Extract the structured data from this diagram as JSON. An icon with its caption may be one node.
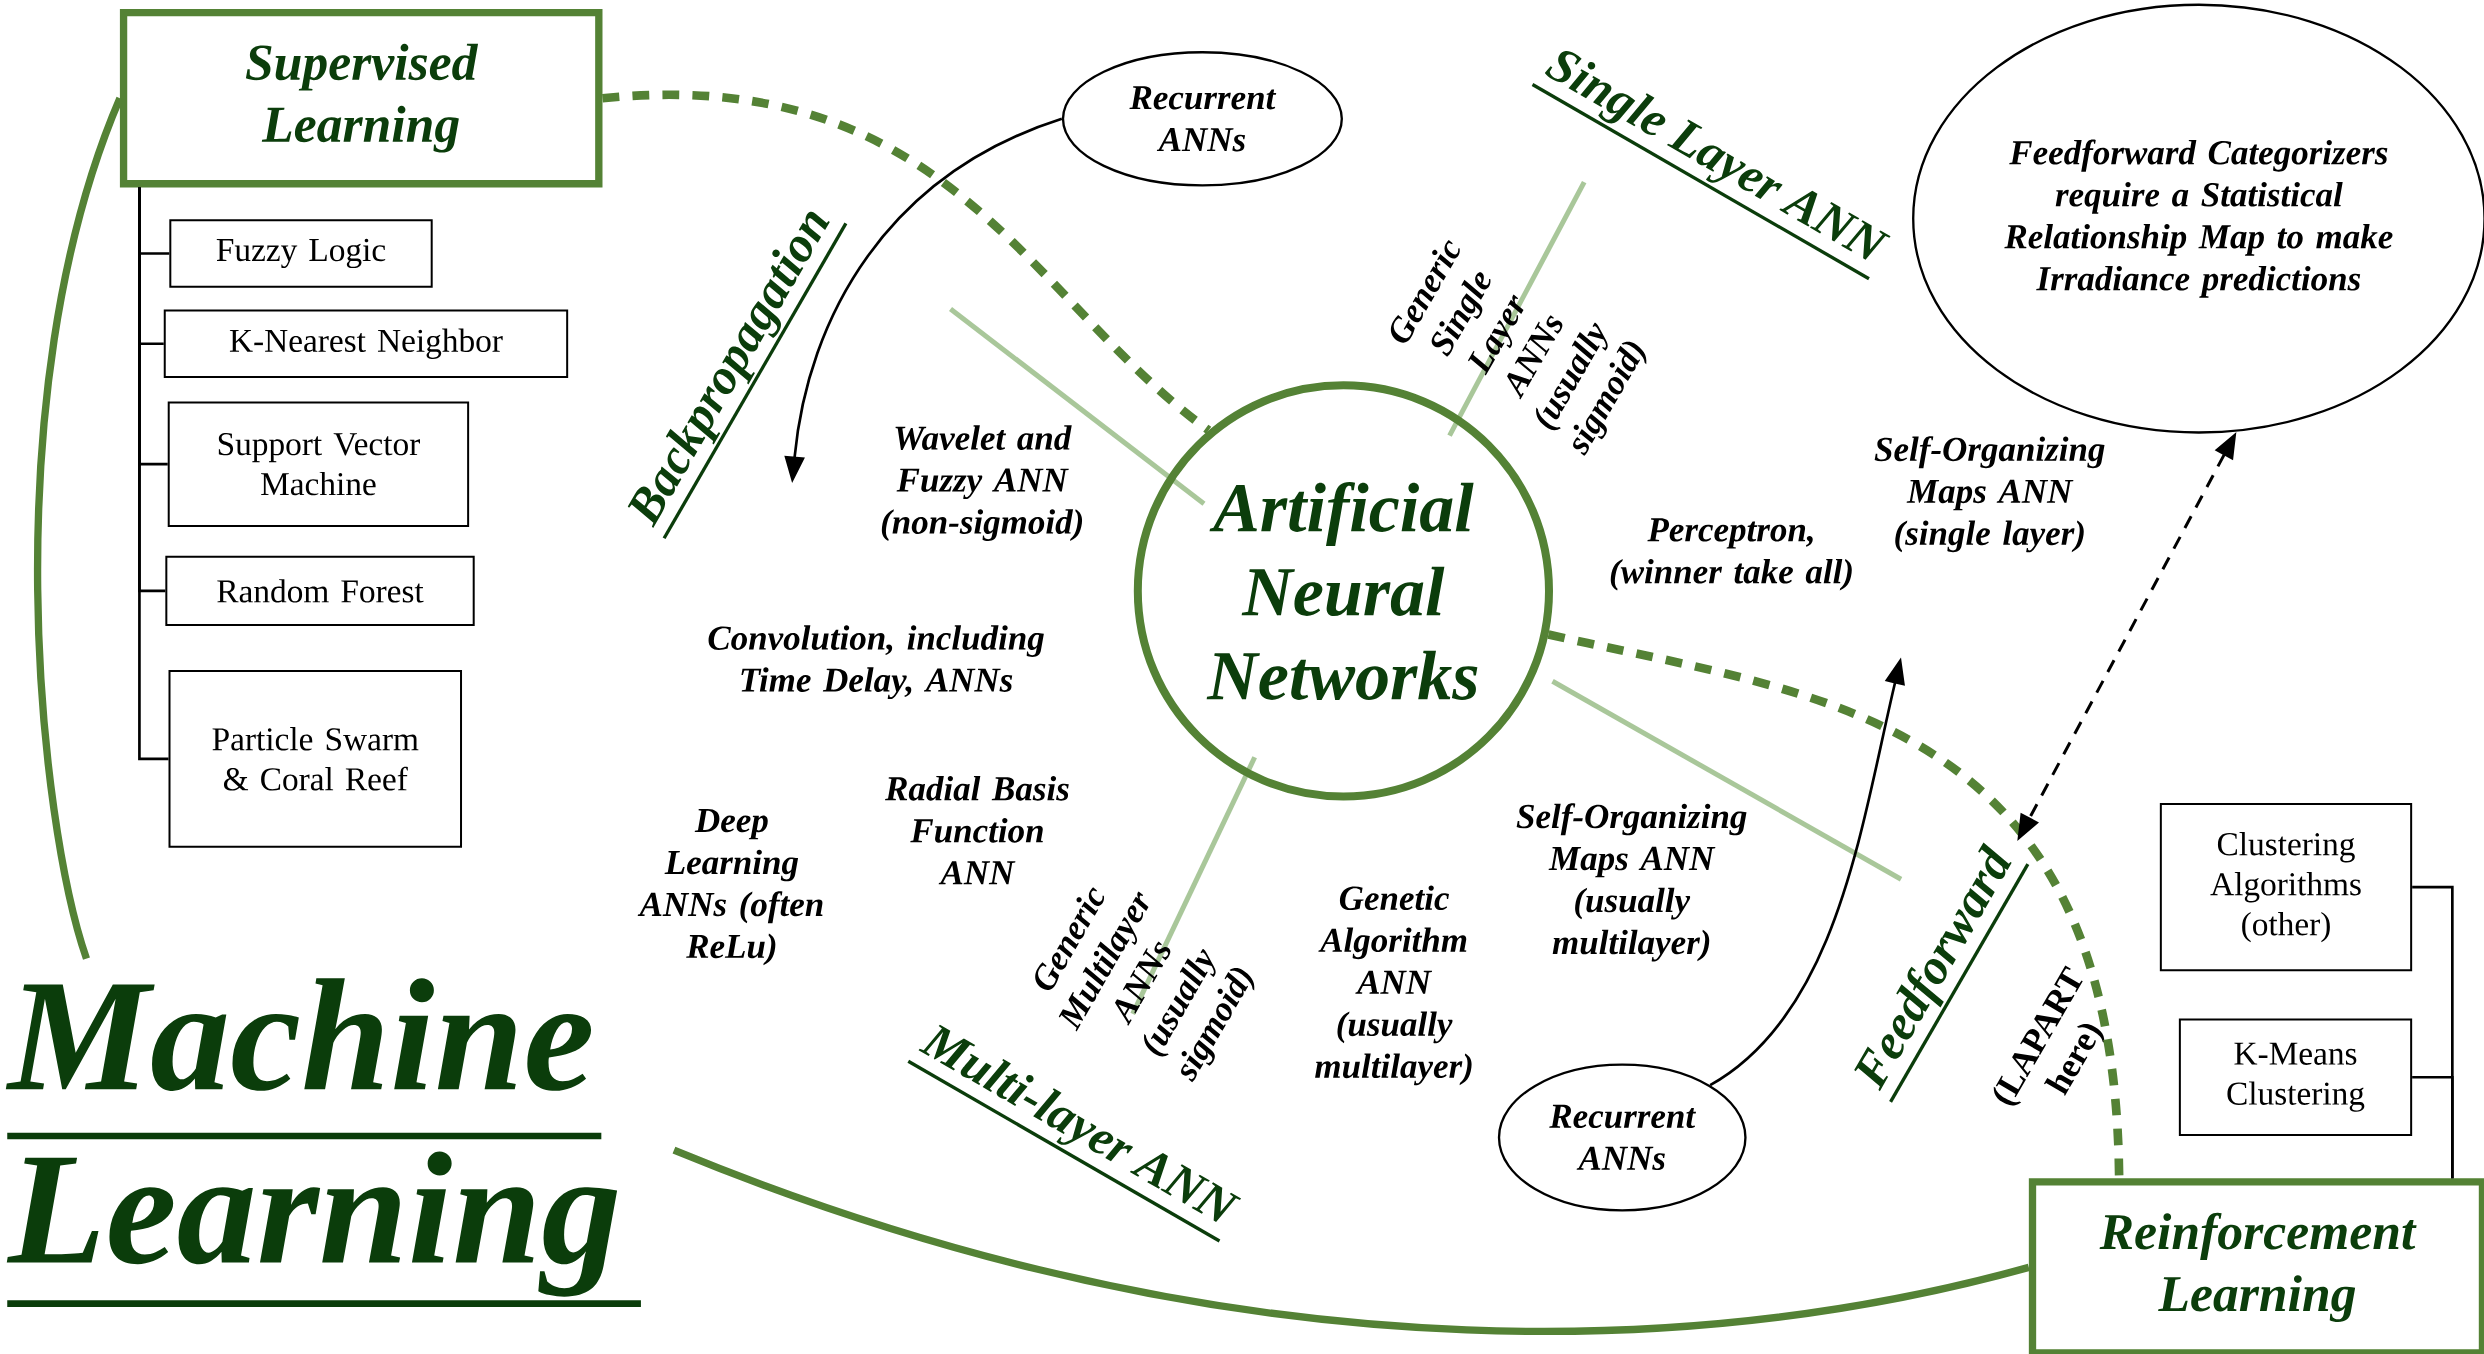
{
  "diagram": {
    "nodes": [
      {
        "text": [
          "Supervised Learning"
        ]
      },
      {
        "text": [
          "Fuzzy Logic"
        ]
      },
      {
        "text": [
          "K-Nearest Neighbor"
        ]
      },
      {
        "text": [
          "Support Vector Machine"
        ]
      },
      {
        "text": [
          "Random Forest"
        ]
      },
      {
        "text": [
          "Particle Swarm & Coral Reef"
        ]
      },
      {
        "text": [
          "Recurrent ANNs"
        ]
      },
      {
        "text": [
          "Artificial Neural Networks"
        ]
      },
      {
        "text": [
          "Feedforward Categorizers require a Statistical Relationship Map to make Irradiance predictions"
        ]
      },
      {
        "text": [
          "Recurrent ANNs"
        ]
      },
      {
        "text": [
          "Clustering Algorithms (other)"
        ]
      },
      {
        "text": [
          "K-Means Clustering"
        ]
      },
      {
        "text": [
          "Reinforcement Learning"
        ]
      },
      {
        "text": [
          "Machine Learning"
        ]
      },
      {
        "text": [
          "Feedforward"
        ],
        "beside": [
          "(LAPART here)"
        ]
      },
      {
        "text": [
          "Backpropagation"
        ]
      }
    ],
    "edges": [
      {
        "from": 0,
        "to": 13,
        "arrow": "none",
        "style": "thick",
        "color": "#548235"
      },
      {
        "from": 13,
        "to": 12,
        "arrow": "none",
        "style": "thick",
        "color": "#548235"
      },
      {
        "from": 0,
        "to": 7,
        "arrow": "none",
        "style": "dashed",
        "color": "#548235"
      },
      {
        "from": 7,
        "to": 12,
        "arrow": "none",
        "style": "dashed",
        "color": "#548235"
      },
      {
        "from": 0,
        "to": 1,
        "arrow": "none"
      },
      {
        "from": 0,
        "to": 2,
        "arrow": "none"
      },
      {
        "from": 0,
        "to": 3,
        "arrow": "none"
      },
      {
        "from": 0,
        "to": 4,
        "arrow": "none"
      },
      {
        "from": 0,
        "to": 5,
        "arrow": "none"
      },
      {
        "from": 12,
        "to": 10,
        "arrow": "none"
      },
      {
        "from": 12,
        "to": 11,
        "arrow": "none"
      },
      {
        "from": 6,
        "to": 15,
        "arrow": "to"
      },
      {
        "from": 9,
        "to": null,
        "arrow": "to"
      },
      {
        "from": 8,
        "to": 14,
        "arrow": "both",
        "style": "dashed"
      }
    ],
    "labels": [
      "Single Layer ANN",
      "Generic Single Layer ANNs (usually sigmoid)",
      "Wavelet and Fuzzy ANN (non-sigmoid)",
      "Perceptron, (winner take all)",
      "Self-Organizing Maps ANN (single layer)",
      "Convolution, including Time Delay, ANNs",
      "Deep Learning ANNs (often ReLu)",
      "Radial Basis Function ANN",
      "Generic Multilayer ANNs (usually sigmoid)",
      "Genetic Algorithm ANN (usually multilayer)",
      "Self-Organizing Maps ANN (usually multilayer)",
      "Multi-layer ANN"
    ]
  }
}
